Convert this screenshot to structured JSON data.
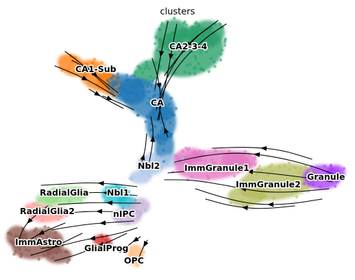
{
  "title": "clusters",
  "colors": {
    "CA1-Sub": "#ff7f0e",
    "CA2-3-4": "#279e68",
    "CA": "#1f77b4",
    "Nbl2": "#aec7e8",
    "ImmGranule1": "#e377c2",
    "ImmGranule2": "#b5bd61",
    "Granule": "#aa40fc",
    "Nbl1": "#17becf",
    "nIPC": "#c5b0d5",
    "RadialGlia": "#98df8a",
    "RadialGlia2": "#ff9896",
    "ImmAstro": "#8c564b",
    "GlialProg": "#d62728",
    "OPC": "#ffbb78"
  },
  "clusters": [
    {
      "name": "CA1-Sub",
      "label": "CA1-Sub"
    },
    {
      "name": "CA2-3-4",
      "label": "CA2-3-4"
    },
    {
      "name": "CA",
      "label": "CA"
    },
    {
      "name": "Nbl2",
      "label": "Nbl2"
    },
    {
      "name": "ImmGranule1",
      "label": "ImmGranule1"
    },
    {
      "name": "ImmGranule2",
      "label": "ImmGranule2"
    },
    {
      "name": "Granule",
      "label": "Granule"
    },
    {
      "name": "RadialGlia",
      "label": "RadialGlia"
    },
    {
      "name": "Nbl1",
      "label": "Nbl1"
    },
    {
      "name": "RadialGlia2",
      "label": "RadialGlia2"
    },
    {
      "name": "nIPC",
      "label": "nIPC"
    },
    {
      "name": "ImmAstro",
      "label": "ImmAstro"
    },
    {
      "name": "GlialProg",
      "label": "GlialProg"
    },
    {
      "name": "OPC",
      "label": "OPC"
    }
  ]
}
